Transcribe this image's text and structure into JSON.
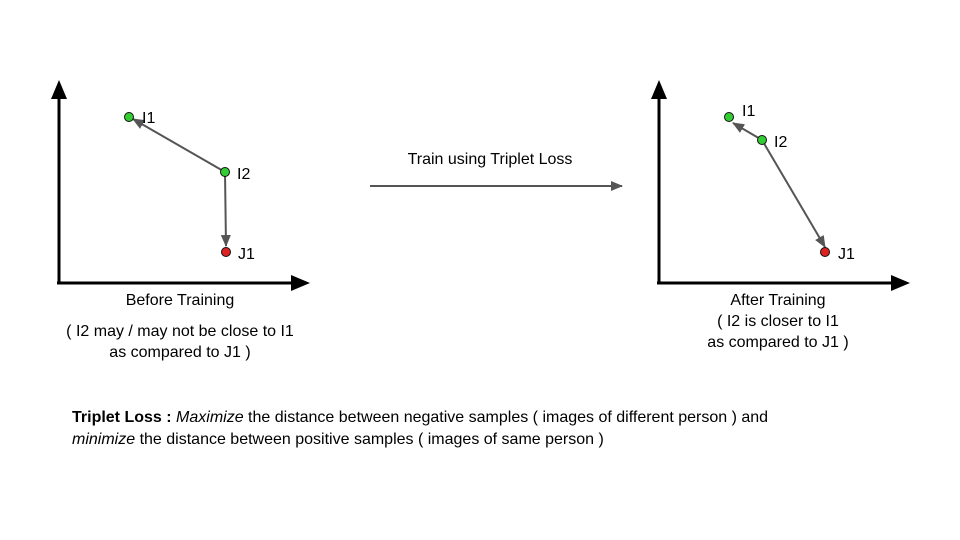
{
  "before": {
    "points": {
      "i1": {
        "label": "I1",
        "color": "#33cc33"
      },
      "i2": {
        "label": "I2",
        "color": "#33cc33"
      },
      "j1": {
        "label": "J1",
        "color": "#dd2222"
      }
    },
    "title": "Before Training",
    "note_line1": "( I2 may / may not be close to I1",
    "note_line2": "as compared to J1 )"
  },
  "after": {
    "points": {
      "i1": {
        "label": "I1",
        "color": "#33cc33"
      },
      "i2": {
        "label": "I2",
        "color": "#33cc33"
      },
      "j1": {
        "label": "J1",
        "color": "#dd2222"
      }
    },
    "title": "After Training",
    "note_line1": "( I2 is closer to I1",
    "note_line2": "as compared to J1 )"
  },
  "transition": {
    "label": "Train using Triplet Loss"
  },
  "summary": {
    "term": "Triplet Loss :",
    "line1_verb": "Maximize",
    "line1_rest": "the distance between negative samples ( images of different person ) and",
    "line2_verb": "minimize",
    "line2_rest": "the distance between positive samples ( images of same person )"
  },
  "colors": {
    "axis": "#000000",
    "arrow": "#555555",
    "positive_point": "#33cc33",
    "negative_point": "#dd2222"
  }
}
